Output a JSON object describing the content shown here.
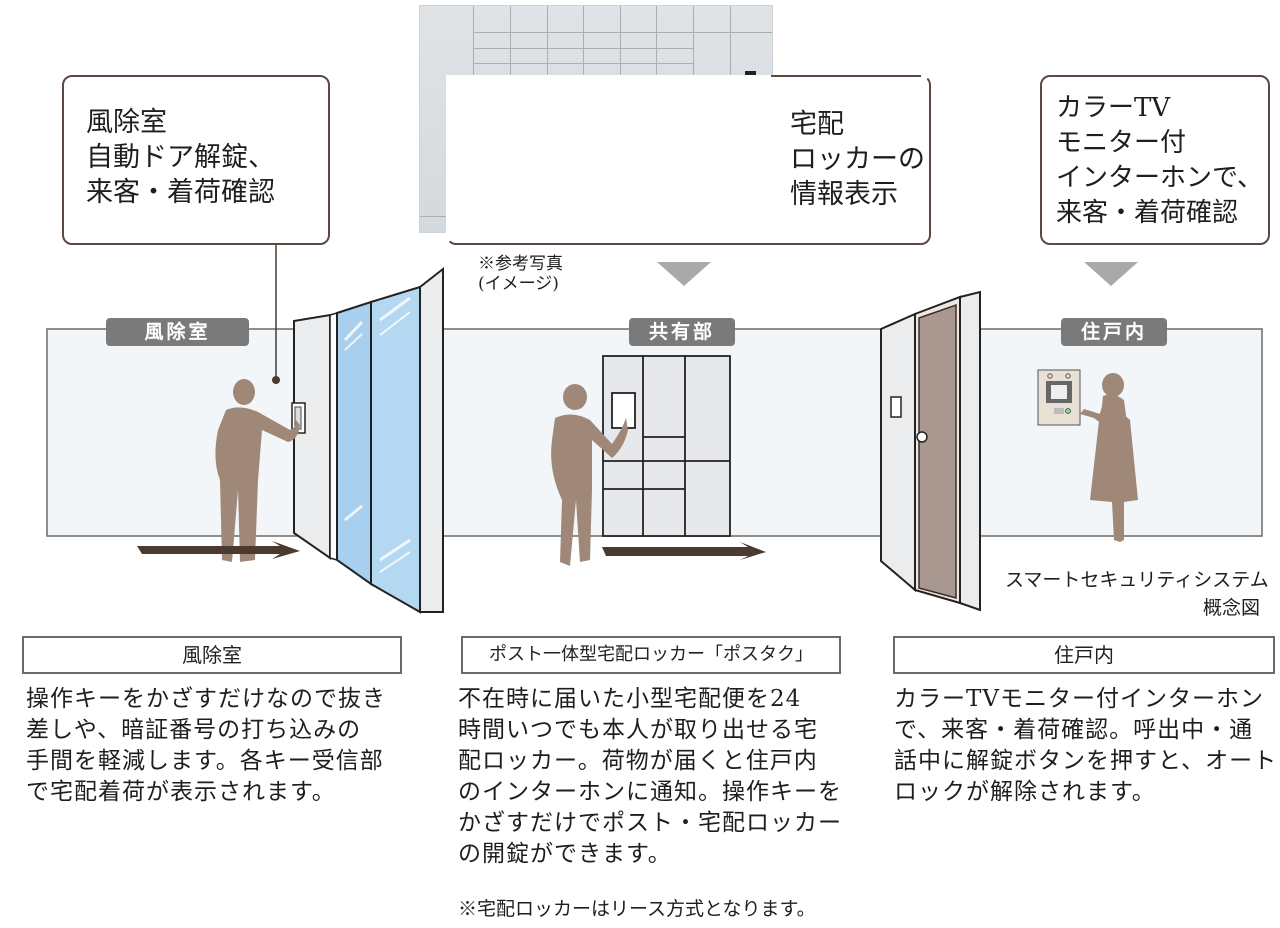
{
  "callouts": {
    "vestibule": {
      "text": "風除室\n自動ドア解錠、\n来客・着荷確認"
    },
    "locker": {
      "text": "宅配\nロッカーの\n情報表示"
    },
    "interphone": {
      "text": "カラーTV\nモニター付\nインターホンで、\n来客・着荷確認"
    }
  },
  "photo_caption": "※参考写真\n(イメージ)",
  "zones": [
    {
      "label": "風除室"
    },
    {
      "label": "共有部"
    },
    {
      "label": "住戸内"
    }
  ],
  "diagram_caption": "スマートセキュリティシステム\n概念図",
  "sections": [
    {
      "title": "風除室",
      "body": "操作キーをかざすだけなので抜き\n差しや、暗証番号の打ち込みの\n手間を軽減します。各キー受信部\nで宅配着荷が表示されます。"
    },
    {
      "title": "ポスト一体型宅配ロッカー「ポスタク」",
      "body": "不在時に届いた小型宅配便を24\n時間いつでも本人が取り出せる宅\n配ロッカー。荷物が届くと住戸内\nのインターホンに通知。操作キーを\nかざすだけでポスト・宅配ロッカー\nの開錠ができます。",
      "note": "※宅配ロッカーはリース方式となります。"
    },
    {
      "title": "住戸内",
      "body": "カラーTVモニター付インターホン\nで、来客・着荷確認。呼出中・通\n話中に解錠ボタンを押すと、オート\nロックが解除されます。"
    }
  ],
  "colors": {
    "callout_border": "#5a4a42",
    "zone_label_bg": "#7a7a7a",
    "silhouette": "#a08878",
    "arrow": "#4a3a30",
    "wall": "#f3f6f8",
    "glass": "#a8d0ee",
    "door_brown": "#a89890"
  }
}
